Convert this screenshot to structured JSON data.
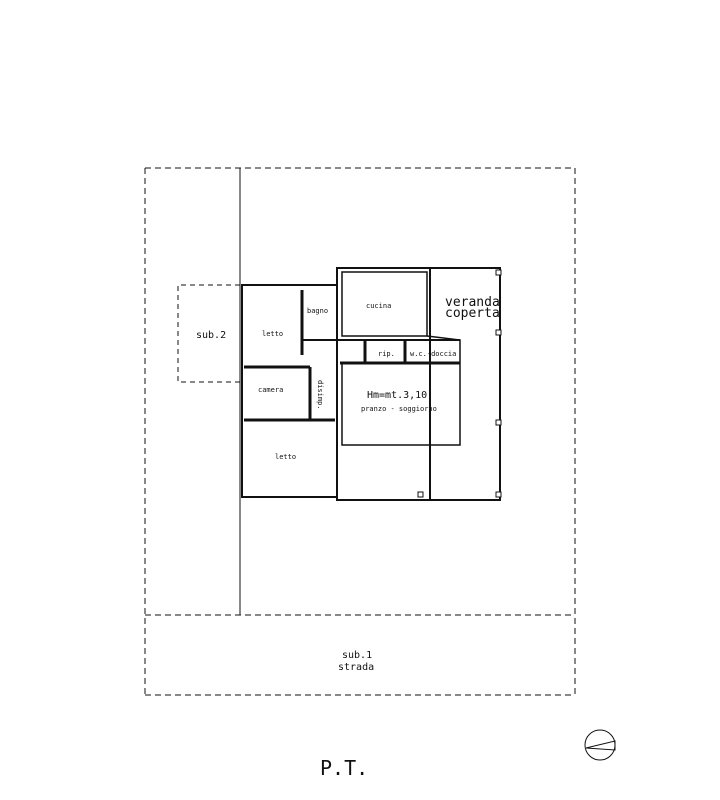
{
  "plan": {
    "rooms": {
      "letto_top": "letto",
      "bagno": "bagno",
      "cucina": "cucina",
      "veranda_line1": "veranda",
      "veranda_line2": "coperta",
      "rip": "rip.",
      "wc": "w.c.-doccia",
      "camera": "camera",
      "disimp": "disimp.",
      "height": "Hm=mt.3,10",
      "pranzo": "pranzo - soggiorno",
      "letto_bottom": "letto"
    },
    "sub2": "sub.2",
    "sub1": "sub.1",
    "strada": "strada",
    "floor_label": "P.T."
  }
}
